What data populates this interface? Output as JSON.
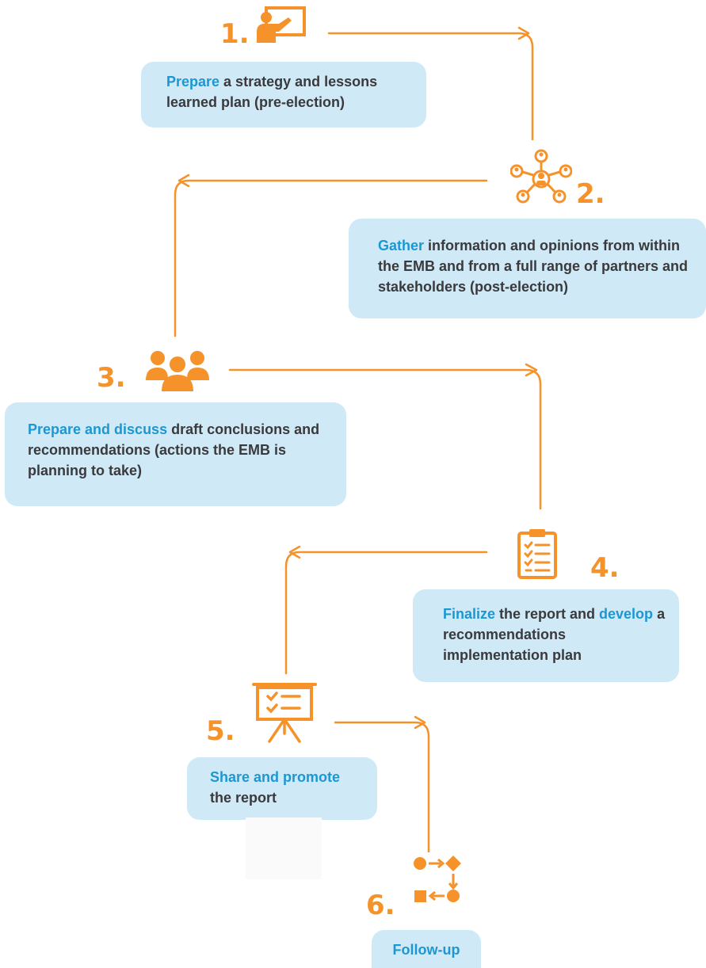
{
  "colors": {
    "accent": "#f5922a",
    "highlight": "#1c97d2",
    "box": "#cfe9f7",
    "text": "#3a3a3c"
  },
  "steps": [
    {
      "number": "1.",
      "icon": "teacher-presentation-icon",
      "highlight": "Prepare",
      "text": " a strategy and lessons learned plan (pre-election)"
    },
    {
      "number": "2.",
      "icon": "network-people-icon",
      "highlight": "Gather",
      "text": " information and opinions from within the EMB and from a full range of partners and stakeholders (post-election)"
    },
    {
      "number": "3.",
      "icon": "group-people-icon",
      "highlight": "Prepare and discuss",
      "text": " draft conclusions and recommendations (actions the EMB is planning to take)"
    },
    {
      "number": "4.",
      "icon": "clipboard-checklist-icon",
      "highlight_a": "Finalize",
      "text_a": " the report and ",
      "highlight_b": "develop",
      "text_b": " a recommendations implementation plan"
    },
    {
      "number": "5.",
      "icon": "presentation-board-icon",
      "highlight": "Share and promote",
      "text": " the report"
    },
    {
      "number": "6.",
      "icon": "process-flow-icon",
      "highlight": "Follow-up",
      "text": ""
    }
  ]
}
